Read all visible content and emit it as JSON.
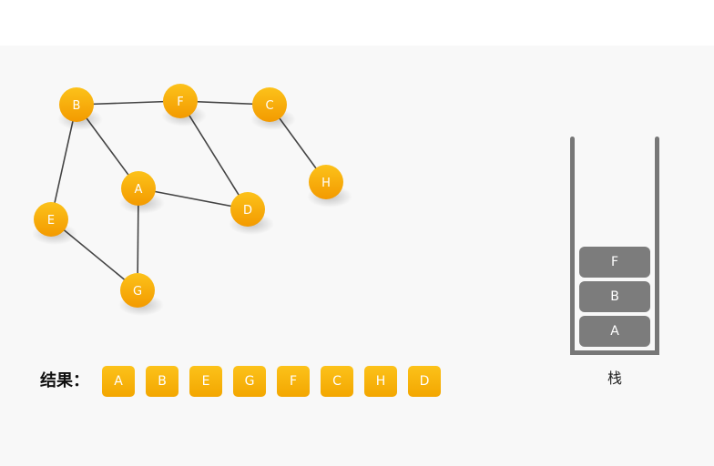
{
  "graph": {
    "nodes": [
      {
        "id": "B",
        "label": "B"
      },
      {
        "id": "F",
        "label": "F"
      },
      {
        "id": "C",
        "label": "C"
      },
      {
        "id": "A",
        "label": "A"
      },
      {
        "id": "D",
        "label": "D"
      },
      {
        "id": "H",
        "label": "H"
      },
      {
        "id": "E",
        "label": "E"
      },
      {
        "id": "G",
        "label": "G"
      }
    ],
    "edges": [
      [
        "B",
        "F"
      ],
      [
        "F",
        "C"
      ],
      [
        "B",
        "A"
      ],
      [
        "B",
        "E"
      ],
      [
        "F",
        "D"
      ],
      [
        "A",
        "D"
      ],
      [
        "A",
        "G"
      ],
      [
        "E",
        "G"
      ],
      [
        "C",
        "H"
      ]
    ],
    "node_color_top": "#fcc21a",
    "node_color_bottom": "#f39a00",
    "edge_color": "#444444"
  },
  "result": {
    "label": "结果：",
    "items": [
      "A",
      "B",
      "E",
      "G",
      "F",
      "C",
      "H",
      "D"
    ]
  },
  "stack": {
    "caption": "栈",
    "items_bottom_to_top": [
      "A",
      "B",
      "F"
    ]
  }
}
